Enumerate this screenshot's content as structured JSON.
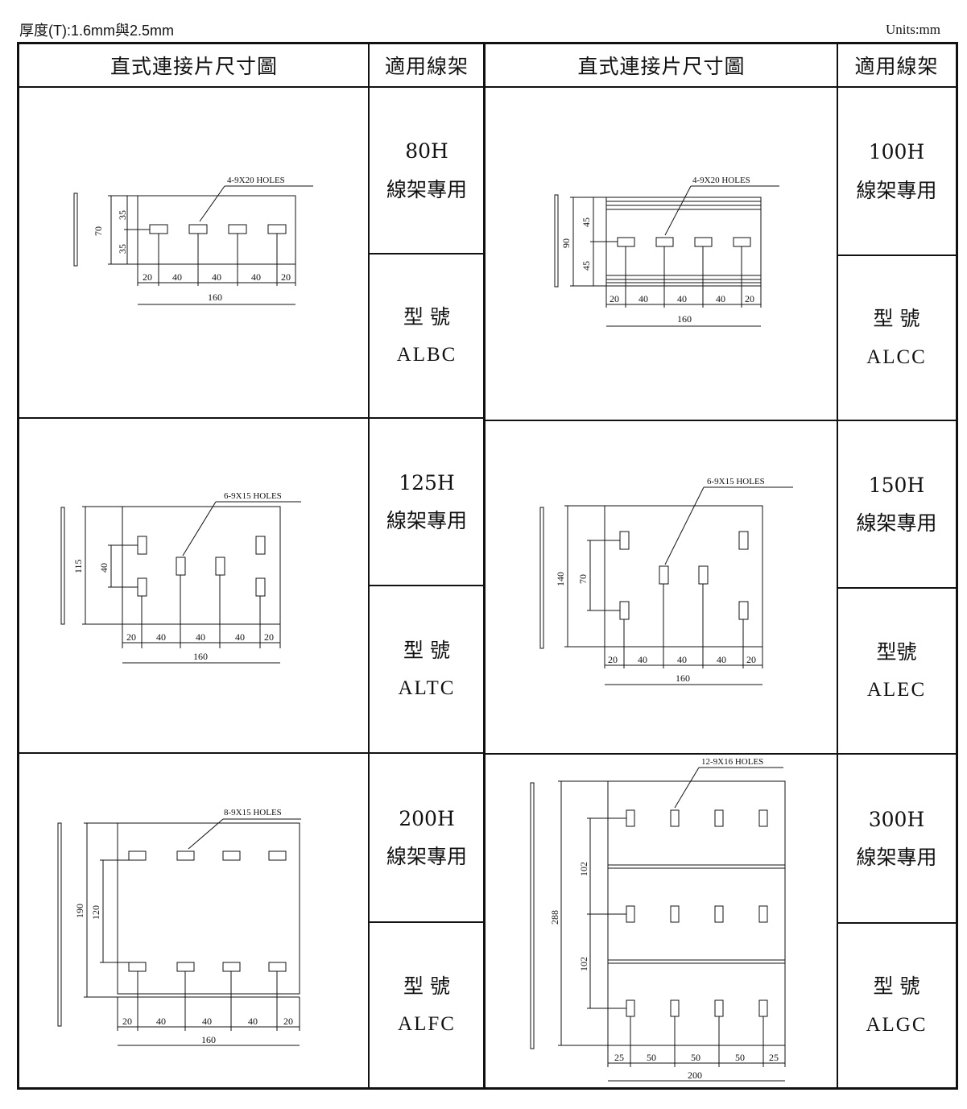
{
  "page": {
    "thickness_note": "厚度(T):1.6mm與2.5mm",
    "units_note": "Units:mm"
  },
  "columns": {
    "drawing_header": "直式連接片尺寸圖",
    "rack_header": "適用線架"
  },
  "items": [
    {
      "rack": "80H",
      "rack_use": "線架專用",
      "model_label": "型 號",
      "model": "ALBC",
      "holes": "4-9X20  HOLES",
      "dims": {
        "height": "70",
        "upper": "35",
        "lower": "35",
        "width": "160",
        "gaps": [
          "20",
          "40",
          "40",
          "40",
          "20"
        ]
      }
    },
    {
      "rack": "100H",
      "rack_use": "線架專用",
      "model_label": "型 號",
      "model": "ALCC",
      "holes": "4-9X20   HOLES",
      "dims": {
        "height": "90",
        "upper": "45",
        "lower": "45",
        "width": "160",
        "gaps": [
          "20",
          "40",
          "40",
          "40",
          "20"
        ]
      }
    },
    {
      "rack": "125H",
      "rack_use": "線架專用",
      "model_label": "型 號",
      "model": "ALTC",
      "holes": "6-9X15 HOLES",
      "dims": {
        "height": "115",
        "inner": "40",
        "width": "160",
        "gaps": [
          "20",
          "40",
          "40",
          "40",
          "20"
        ]
      }
    },
    {
      "rack": "150H",
      "rack_use": "線架專用",
      "model_label": "型號",
      "model": "ALEC",
      "holes": "6-9X15    HOLES",
      "dims": {
        "height": "140",
        "inner": "70",
        "width": "160",
        "gaps": [
          "20",
          "40",
          "40",
          "40",
          "20"
        ]
      }
    },
    {
      "rack": "200H",
      "rack_use": "線架專用",
      "model_label": "型 號",
      "model": "ALFC",
      "holes": "8-9X15 HOLES",
      "dims": {
        "height": "190",
        "inner": "120",
        "width": "160",
        "gaps": [
          "20",
          "40",
          "40",
          "40",
          "20"
        ]
      }
    },
    {
      "rack": "300H",
      "rack_use": "線架專用",
      "model_label": "型 號",
      "model": "ALGC",
      "holes": "12-9X16 HOLES",
      "dims": {
        "height": "288",
        "inner_top": "102",
        "inner_bottom": "102",
        "width": "200",
        "gaps": [
          "25",
          "50",
          "50",
          "50",
          "25"
        ]
      }
    }
  ]
}
